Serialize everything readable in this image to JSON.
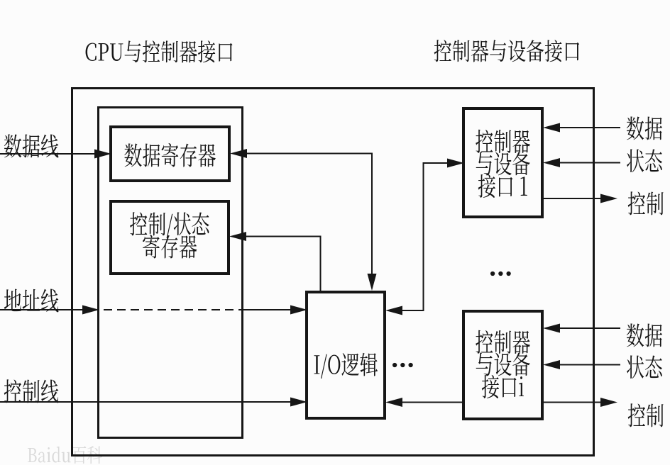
{
  "diagram": {
    "title_left": "CPU与控制器接口",
    "title_right": "控制器与设备接口",
    "bus_labels": {
      "data": "数据线",
      "address": "地址线",
      "control": "控制线"
    },
    "blocks": {
      "data_register": "数据寄存器",
      "control_status_register_line1": "控制/状态",
      "control_status_register_line2": "寄存器",
      "io_logic": "I/O逻辑",
      "interface1_line1": "控制器",
      "interface1_line2": "与设备",
      "interface1_line3": "接口 1",
      "interfacei_line1": "控制器",
      "interfacei_line2": "与设备",
      "interfacei_line3": "接口i"
    },
    "device_signals_1": {
      "data": "数据",
      "status": "状态",
      "control": "控制"
    },
    "device_signals_i": {
      "data": "数据",
      "status": "状态",
      "control": "控制"
    },
    "ellipsis_between_interfaces": "...",
    "ellipsis_beside_io": "...",
    "watermark": "Baidu百科",
    "colors": {
      "ink": "#161616",
      "background": "#fcfcfc",
      "watermark": "#d9d9d9"
    }
  }
}
